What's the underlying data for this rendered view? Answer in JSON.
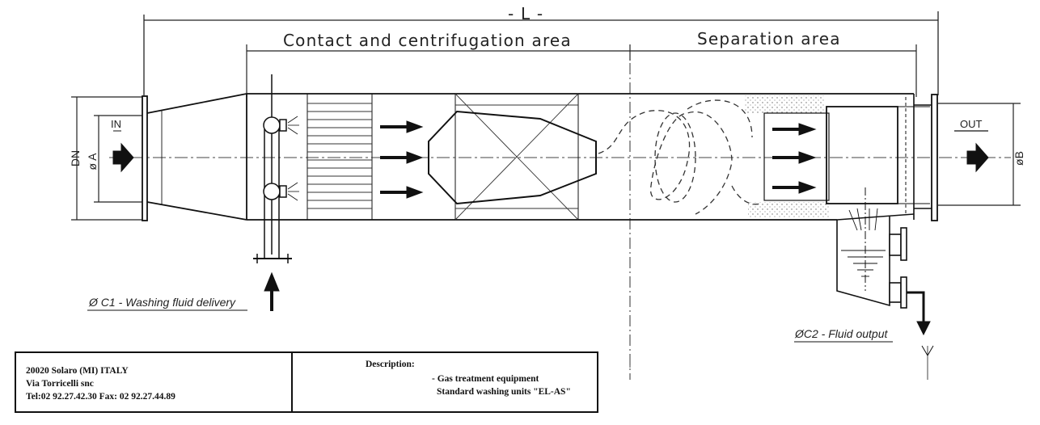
{
  "dimensions": {
    "overall_length": "- L -",
    "zone_contact": "Contact and centrifugation area",
    "zone_separation": "Separation area",
    "dn": "DN",
    "inlet_diameter": "ø A",
    "outlet_diameter": "øB"
  },
  "flow": {
    "in_label": "IN",
    "out_label": "OUT"
  },
  "notes": {
    "washing_fluid": "Ø C1 -  Washing fluid delivery",
    "fluid_output": "ØC2 - Fluid output"
  },
  "title_block": {
    "address_line1": "20020  Solaro  (MI) ITALY",
    "address_line2": "Via Torricelli snc",
    "address_line3": "Tel:02 92.27.42.30    Fax: 02 92.27.44.89",
    "description_heading": "Description:",
    "description_line1": "- Gas treatment equipment",
    "description_line2": "Standard washing units \"EL-AS\""
  }
}
